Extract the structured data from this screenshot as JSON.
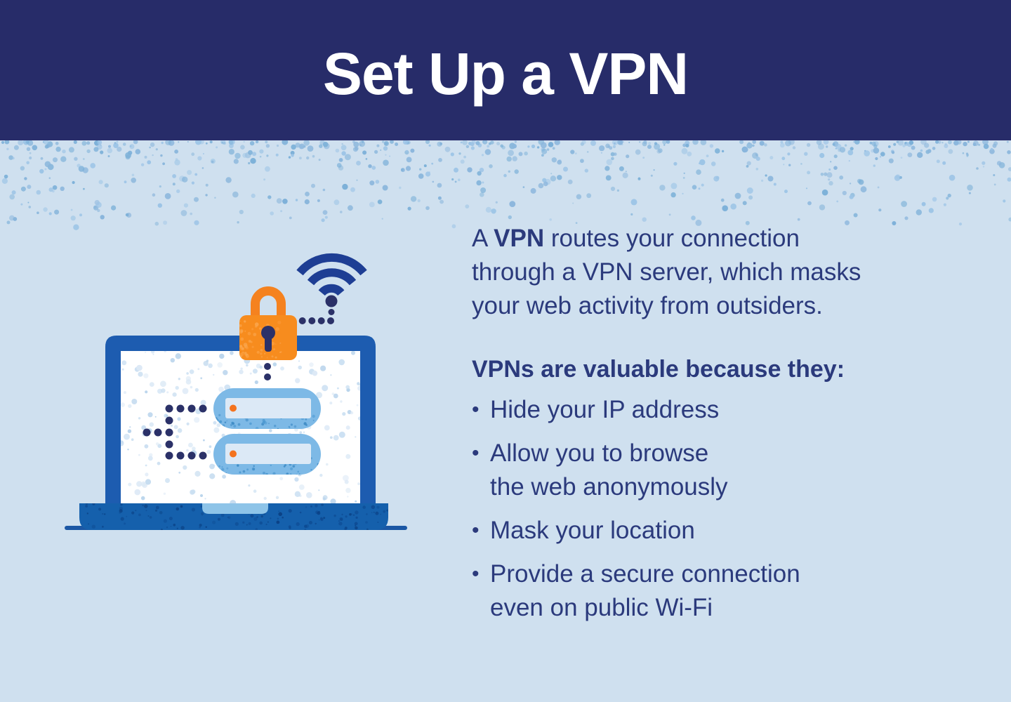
{
  "header": {
    "title": "Set Up a VPN"
  },
  "content": {
    "intro": {
      "line1_prefix": "A ",
      "line1_bold": "VPN",
      "line1_rest": " routes your connection",
      "line2": "through a VPN server, which masks",
      "line3": "your web activity from outsiders."
    },
    "subheading": "VPNs are valuable because they:",
    "bullet_char": "•",
    "bullets": [
      {
        "lines": [
          "Hide your IP address"
        ]
      },
      {
        "lines": [
          "Allow you to browse",
          "the web anonymously"
        ]
      },
      {
        "lines": [
          "Mask your location"
        ]
      },
      {
        "lines": [
          "Provide a secure connection",
          "even on public Wi-Fi"
        ]
      }
    ]
  },
  "illustration": {
    "icons": {
      "laptop": "laptop-icon",
      "padlock": "padlock-icon",
      "wifi": "wifi-signal-icon",
      "servers": "vpn-server-stack-icon",
      "connection": "dotted-connection-path"
    }
  },
  "colors": {
    "header_background": "#272c69",
    "page_background": "#cfe0ef",
    "text": "#2b3a7c",
    "laptop_blue": "#1d5cb0",
    "laptop_base_blue": "#1560ac",
    "server_blue": "#7db9e6",
    "server_inner": "#dce9f6",
    "accent_orange": "#f78c1e",
    "orange_dot": "#f4731f",
    "navy_dots": "#2b3168",
    "wifi_blue": "#1e3e94",
    "speckle_blue": "#8ab6dc"
  }
}
